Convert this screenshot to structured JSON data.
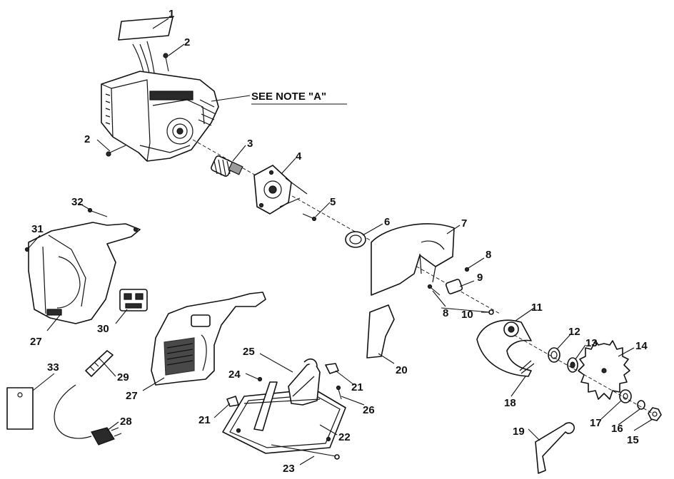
{
  "diagram": {
    "note": "SEE NOTE \"A\"",
    "callouts": {
      "c1": "1",
      "c2a": "2",
      "c2b": "2",
      "c3": "3",
      "c4": "4",
      "c5": "5",
      "c6": "6",
      "c7": "7",
      "c8a": "8",
      "c8b": "8",
      "c9": "9",
      "c10": "10",
      "c11": "11",
      "c12": "12",
      "c13": "13",
      "c14": "14",
      "c15": "15",
      "c16": "16",
      "c17": "17",
      "c18": "18",
      "c19": "19",
      "c20": "20",
      "c21a": "21",
      "c21b": "21",
      "c22": "22",
      "c23": "23",
      "c24": "24",
      "c25": "25",
      "c26": "26",
      "c27a": "27",
      "c27b": "27",
      "c28": "28",
      "c29": "29",
      "c30": "30",
      "c31": "31",
      "c32": "32",
      "c33": "33"
    }
  }
}
